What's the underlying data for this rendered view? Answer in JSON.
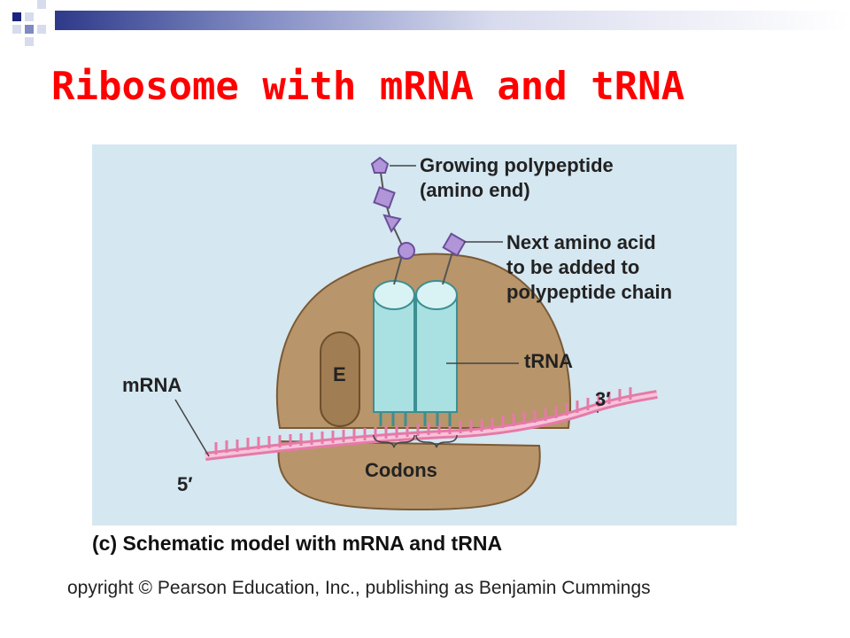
{
  "slide": {
    "title": "Ribosome with mRNA and tRNA",
    "caption_letter": "(c)",
    "caption": "Schematic model with mRNA and tRNA",
    "copyright": "opyright © Pearson Education, Inc., publishing as Benjamin Cummings"
  },
  "diagram": {
    "labels": {
      "growing_polypeptide_1": "Growing polypeptide",
      "growing_polypeptide_2": "(amino end)",
      "next_amino_1": "Next amino acid",
      "next_amino_2": "to be added to",
      "next_amino_3": "polypeptide chain",
      "trna": "tRNA",
      "mrna": "mRNA",
      "e_site": "E",
      "three_prime": "3′",
      "five_prime": "5′",
      "codons": "Codons"
    }
  },
  "colors": {
    "title": "#ff0000",
    "figure_bg": "#d5e7f1",
    "ribosome": "#b8956a",
    "trna": "#a9e0e2",
    "mrna": "#f0a2c4",
    "amino_acid": "#b295d8"
  }
}
